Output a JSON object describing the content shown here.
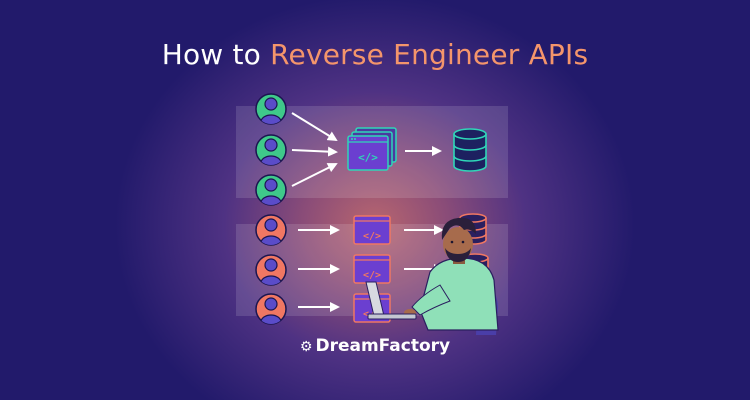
{
  "title": {
    "prefix": "How to ",
    "accent": "Reverse Engineer APIs"
  },
  "brand": {
    "name": "DreamFactory",
    "logo_icon": "gear-icon"
  },
  "colors": {
    "background": "#221a6b",
    "accent": "#f4956b",
    "user_green": "#3fc98a",
    "user_coral": "#f07763",
    "icon_teal": "#2fd6b8",
    "icon_purple": "#6b3fd0"
  }
}
